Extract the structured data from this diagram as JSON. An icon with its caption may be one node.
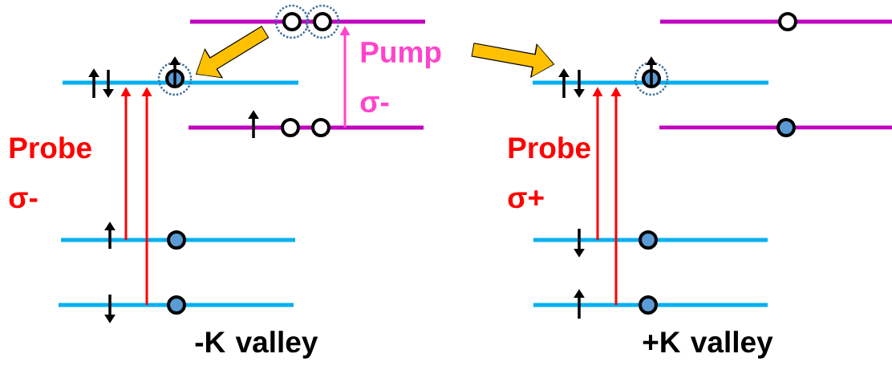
{
  "diagram": {
    "nodes": [
      {
        "text": [],
        "shape": "bar"
      },
      {
        "text": [],
        "shape": "bar"
      },
      {
        "text": [],
        "shape": "bar"
      },
      {
        "text": [],
        "shape": "bar"
      },
      {
        "text": [],
        "shape": "bar"
      },
      {
        "text": [],
        "shape": "bar"
      },
      {
        "text": [],
        "shape": "bar"
      },
      {
        "text": [],
        "shape": "bar"
      },
      {
        "text": [],
        "shape": "bar"
      },
      {
        "text": [],
        "shape": "bar"
      }
    ],
    "edges": [
      {
        "from": 3,
        "to": 1,
        "arrow": "to"
      },
      {
        "from": 4,
        "to": 1,
        "arrow": "to"
      },
      {
        "from": 2,
        "to": 0,
        "arrow": "to",
        "color": "#ff44cc"
      },
      {
        "from": 0,
        "to": 1,
        "arrow": "to",
        "style": "thick",
        "color": "#ffc000"
      },
      {
        "from": null,
        "to": 6,
        "arrow": "to",
        "style": "thick",
        "color": "#ffc000"
      },
      {
        "from": 8,
        "to": 6,
        "arrow": "to"
      },
      {
        "from": 9,
        "to": 6,
        "arrow": "to"
      }
    ],
    "labels": [
      "Probe σ-",
      "Pump σ-",
      "Probe σ+",
      "-K valley",
      "+K valley"
    ]
  }
}
